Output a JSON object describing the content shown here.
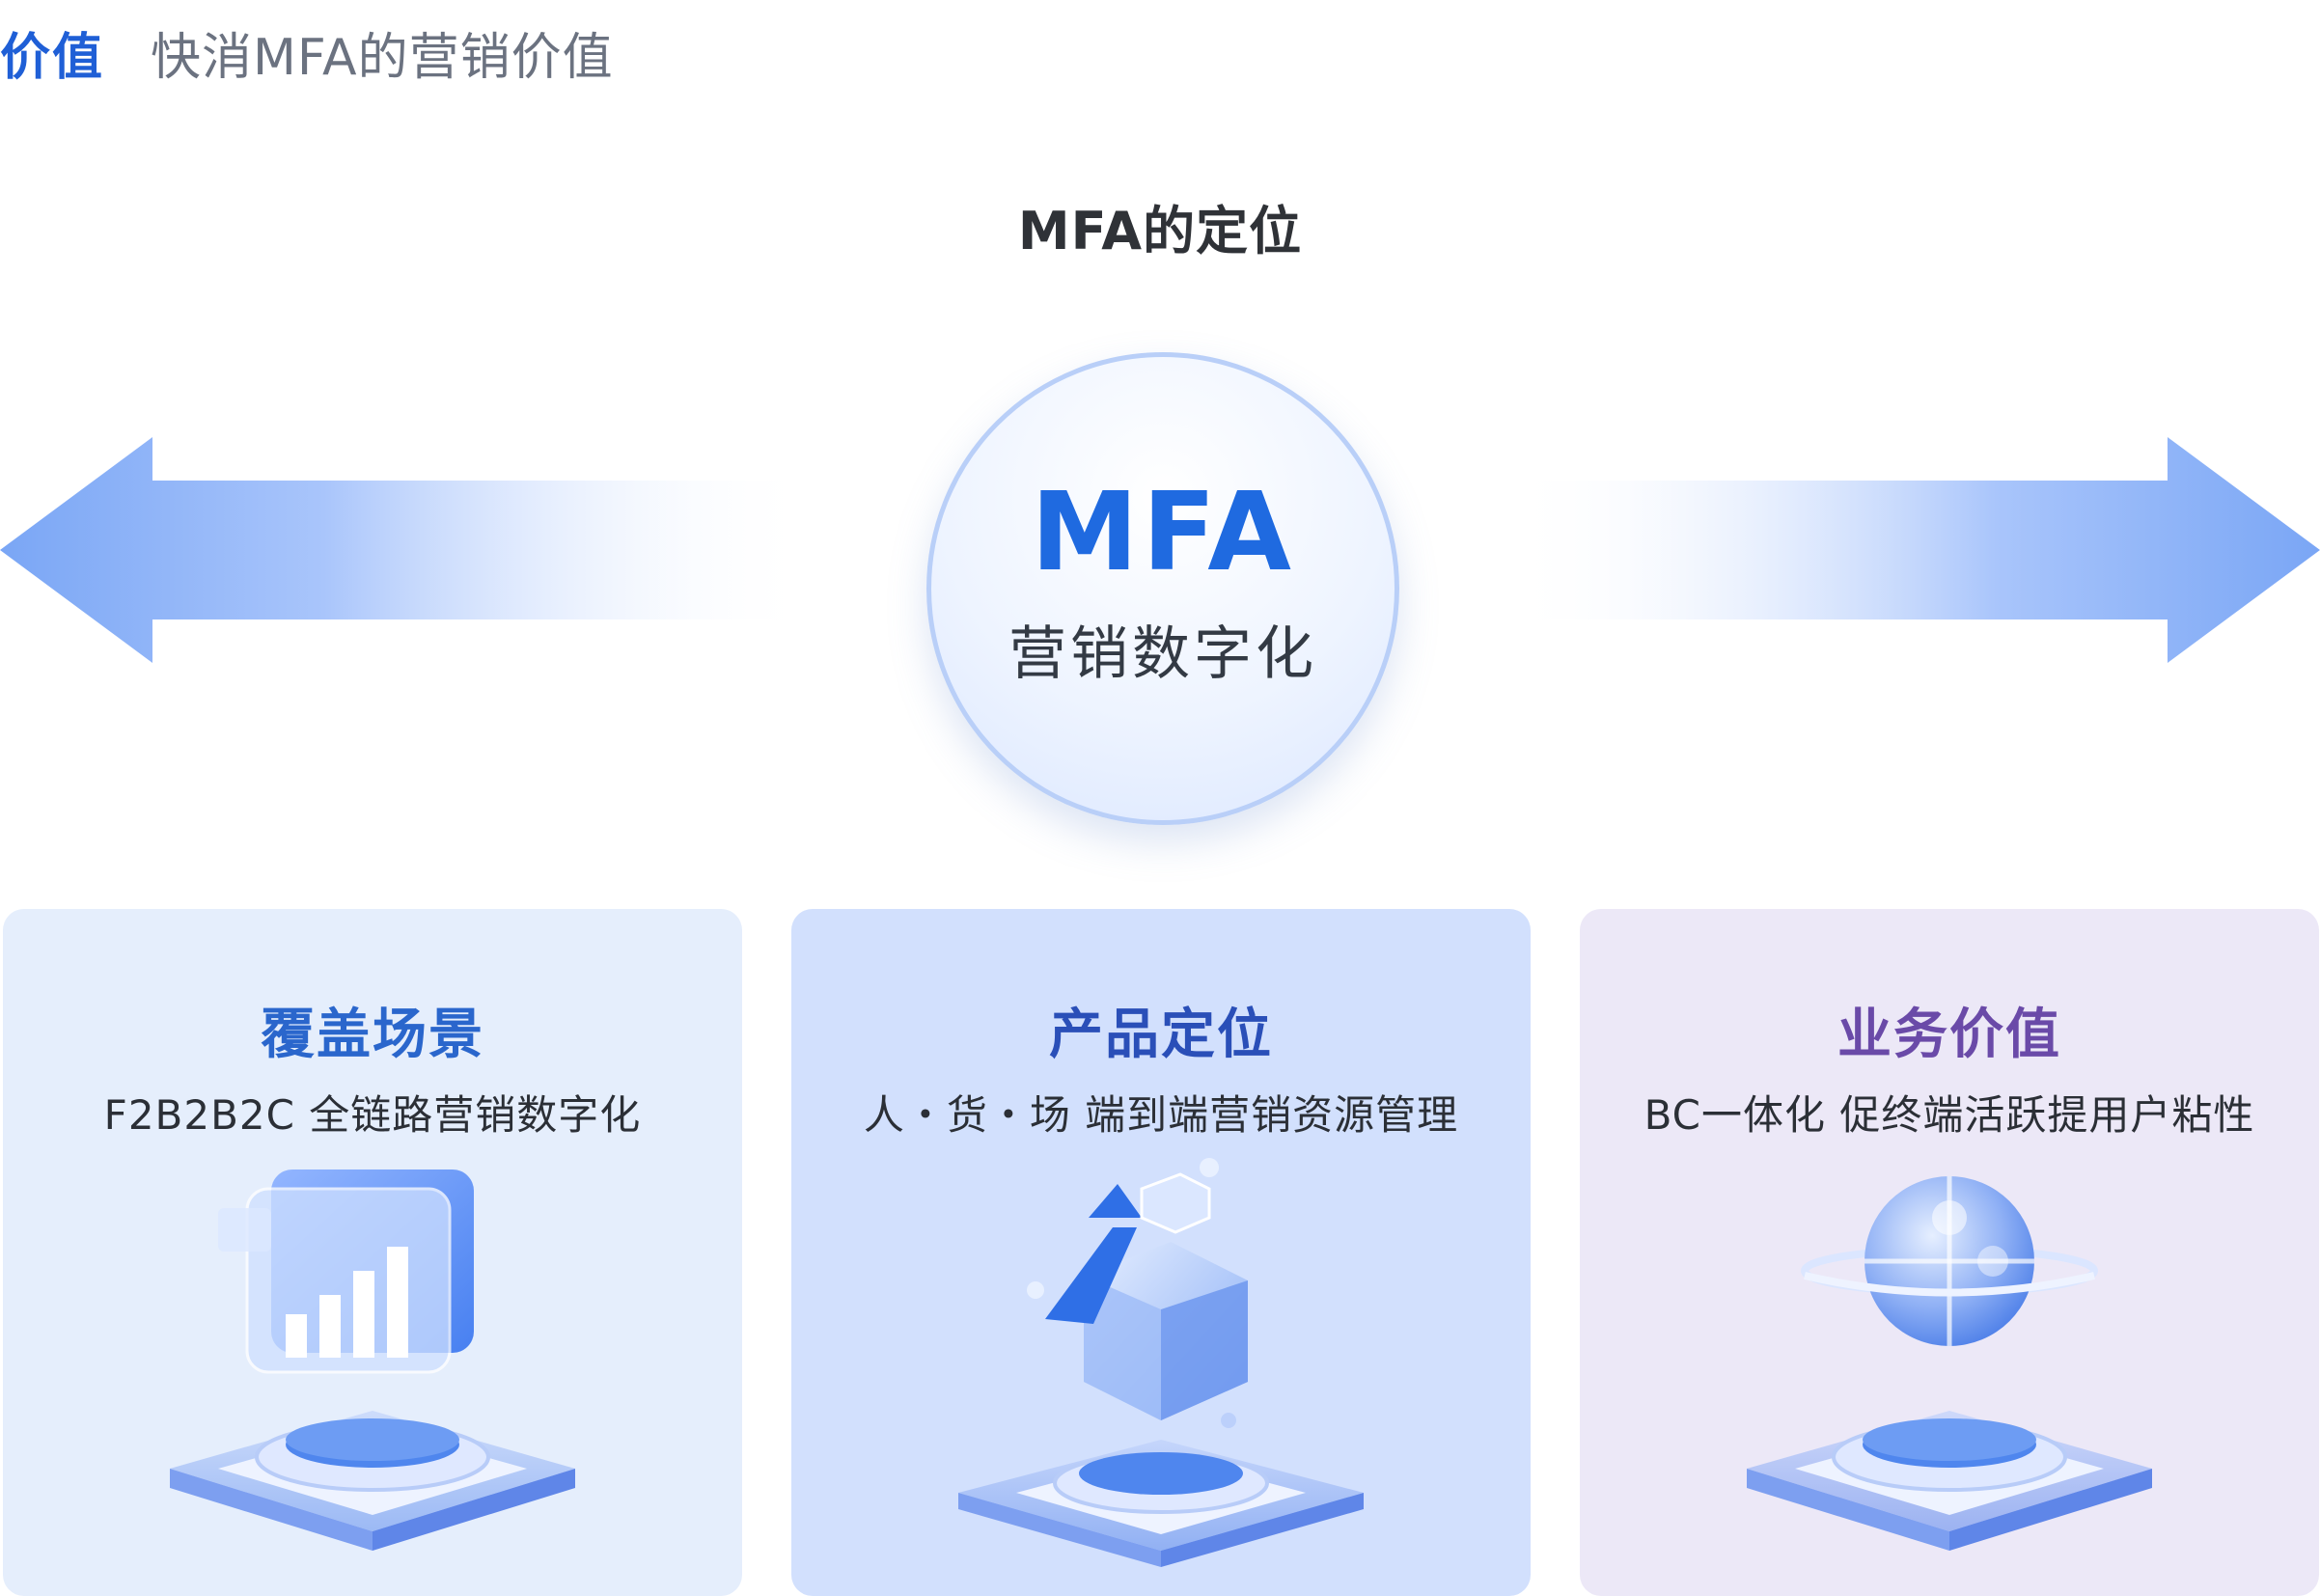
{
  "header": {
    "tag": "价值",
    "subtitle": "快消MFA的营销价值"
  },
  "section_title": "MFA的定位",
  "center": {
    "title": "MFA",
    "subtitle": "营销数字化"
  },
  "cards": [
    {
      "title": "覆盖场景",
      "desc": "F2B2B2C 全链路营销数字化",
      "title_color": "#2a66cc",
      "icon": "bar-chart-3d-icon"
    },
    {
      "title": "产品定位",
      "desc": "人・货・场 端到端营销资源管理",
      "title_color": "#2a4fb8",
      "icon": "growth-cube-3d-icon"
    },
    {
      "title": "业务价值",
      "desc": "BC一体化 促终端活跃提用户粘性",
      "title_color": "#6a4aa8",
      "icon": "puzzle-globe-3d-icon"
    }
  ],
  "colors": {
    "accent": "#1f6ae0",
    "arrow": "#7aa6f5"
  }
}
